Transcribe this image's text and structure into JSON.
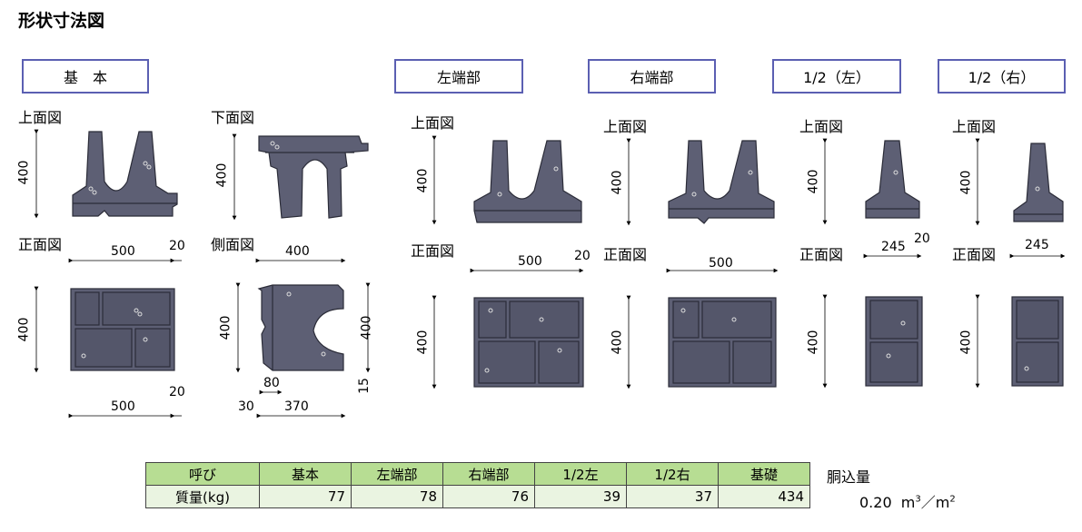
{
  "title": "形状寸法図",
  "labels": {
    "basic": "基　本",
    "left_end": "左端部",
    "right_end": "右端部",
    "half_left": "1/2（左）",
    "half_right": "1/2（右）"
  },
  "views": {
    "top": "上面図",
    "bottom": "下面図",
    "front": "正面図",
    "side": "側面図"
  },
  "dims": {
    "d400": "400",
    "d500": "500",
    "d20": "20",
    "d245": "245",
    "d80": "80",
    "d30": "30",
    "d370": "370",
    "d15": "15"
  },
  "table": {
    "headers": [
      "呼び",
      "基本",
      "左端部",
      "右端部",
      "1/2左",
      "1/2右",
      "基礎"
    ],
    "row_label": "質量(kg)",
    "values": [
      "77",
      "78",
      "76",
      "39",
      "37",
      "434"
    ]
  },
  "volume": {
    "label": "胴込量",
    "value": "0.20",
    "unit_m": "m",
    "unit_exp": "3",
    "unit_sep": "／m",
    "unit_exp2": "2"
  },
  "colors": {
    "block_fill": "#5d5f74",
    "block_dark": "#3f4152",
    "box_border": "#5b5fb2",
    "table_head": "#b7dd93",
    "table_body": "#eaf4e1"
  }
}
